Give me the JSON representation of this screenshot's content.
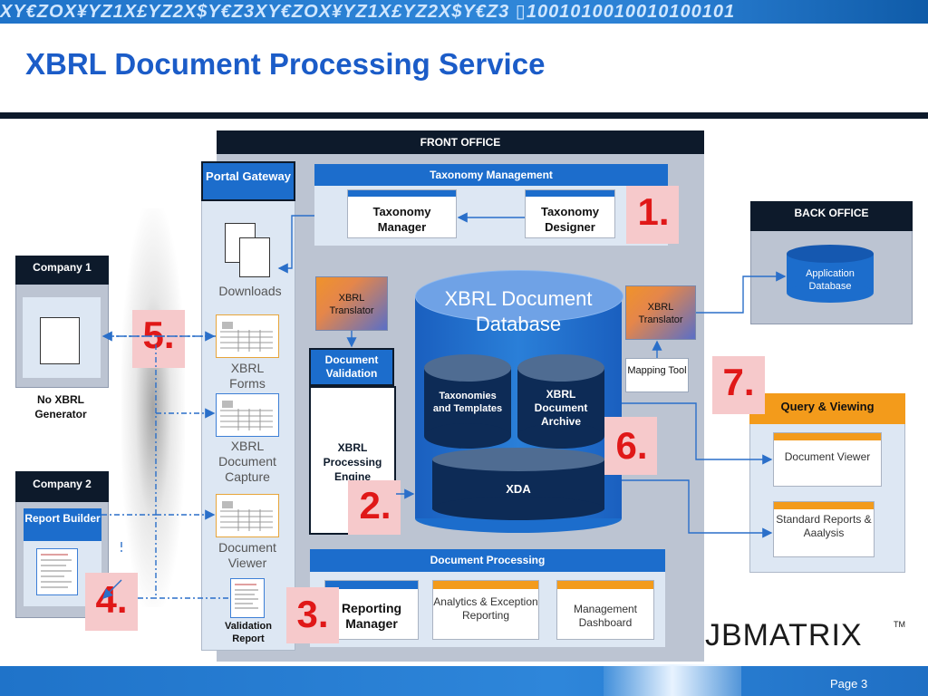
{
  "header": {
    "banner_text": "XY€ZOX¥YZ1X£YZ2X$Y€Z3XY€ZOX¥YZ1X£YZ2X$Y€Z3 ▯1001010010010100101",
    "title": "XBRL Document Processing Service"
  },
  "front_office": {
    "title": "FRONT OFFICE",
    "portal_gateway": "Portal Gateway",
    "downloads": "Downloads",
    "xbrl_forms": "XBRL Forms",
    "xbrl_document_capture": "XBRL Document Capture",
    "document_viewer": "Document Viewer",
    "validation_report": "Validation Report",
    "taxonomy_management": {
      "title": "Taxonomy Management",
      "manager": "Taxonomy Manager",
      "designer": "Taxonomy Designer"
    },
    "xbrl_translator_left": "XBRL Translator",
    "document_validation": "Document Validation",
    "processing_engine": "XBRL Processing Engine",
    "database": {
      "title": "XBRL Document Database",
      "taxonomies": "Taxonomies and Templates",
      "archive": "XBRL Document Archive",
      "xda": "XDA"
    },
    "xbrl_translator_right": "XBRL Translator",
    "mapping_tool": "Mapping Tool",
    "document_processing": {
      "title": "Document Processing",
      "reporting_manager": "Reporting Manager",
      "analytics": "Analytics & Exception Reporting",
      "dashboard": "Management Dashboard"
    }
  },
  "back_office": {
    "title": "BACK OFFICE",
    "application_database": "Application Database"
  },
  "query_viewing": {
    "title": "Query & Viewing",
    "document_viewer": "Document Viewer",
    "standard_reports": "Standard Reports & Aaalysis"
  },
  "company1": {
    "title": "Company 1",
    "caption": "No XBRL Generator"
  },
  "company2": {
    "title": "Company 2",
    "report_builder": "Report Builder"
  },
  "numbers": {
    "n1": "1.",
    "n2": "2.",
    "n3": "3.",
    "n4": "4.",
    "n5": "5.",
    "n6": "6.",
    "n7": "7."
  },
  "logo": {
    "text": "JBMATRIX",
    "trademark": "TM"
  },
  "footer": {
    "page": "Page 3"
  },
  "colors": {
    "title_blue": "#1b5cc8",
    "dark_navy": "#0d1a2b",
    "panel_blue": "#1c6dcc",
    "accent_orange": "#f39b1b",
    "number_red": "#e01818"
  }
}
